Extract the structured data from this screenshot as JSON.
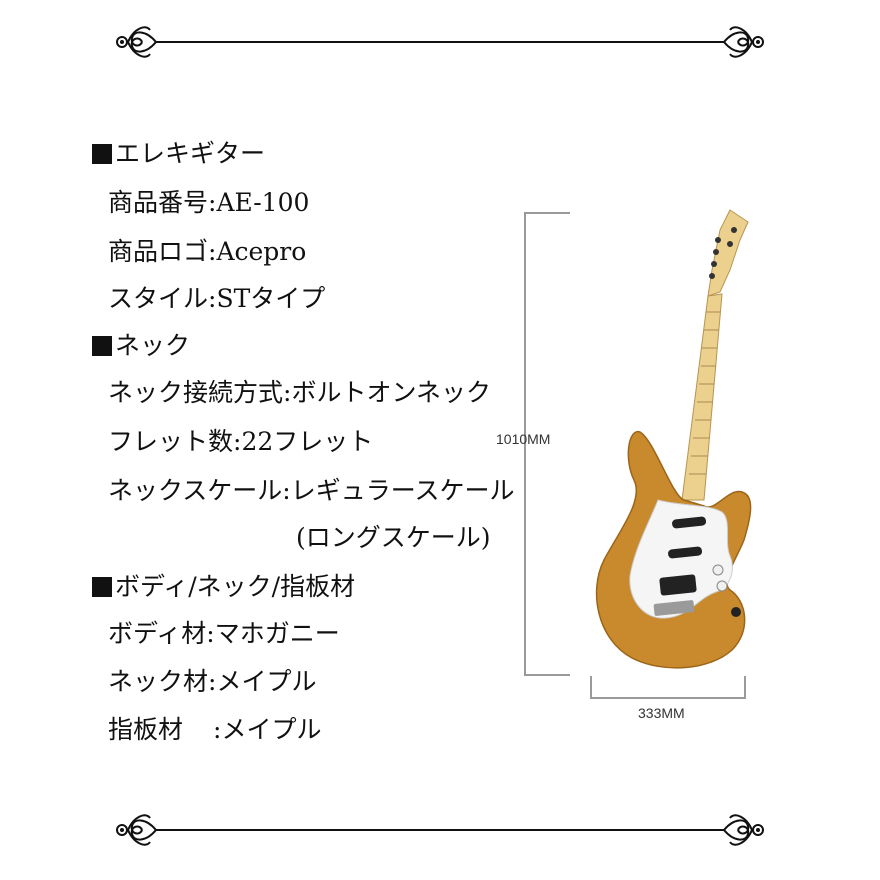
{
  "sections": [
    {
      "heading": "エレキギター",
      "items": [
        {
          "label": "商品番号",
          "sep": ":",
          "value": "AE-100"
        },
        {
          "label": "商品ロゴ",
          "sep": ":",
          "value": "Acepro"
        },
        {
          "label": "スタイル",
          "sep": ":",
          "value": "STタイプ"
        }
      ]
    },
    {
      "heading": "ネック",
      "items": [
        {
          "label": "ネック接続方式",
          "sep": ":",
          "value": "ボルトオンネック"
        },
        {
          "label": "フレット数",
          "sep": ":",
          "value": "22フレット"
        },
        {
          "label": "ネックスケール",
          "sep": ":",
          "value": "レギュラースケール",
          "continuation": "(ロングスケール)"
        }
      ]
    },
    {
      "heading": "ボディ/ネック/指板材",
      "items": [
        {
          "label": "ボディ材",
          "sep": ":",
          "value": "マホガニー"
        },
        {
          "label": "ネック材",
          "sep": ":",
          "value": "メイプル"
        },
        {
          "label": "指板材",
          "sep": ":",
          "value": "メイプル"
        }
      ]
    }
  ],
  "dimensions": {
    "length": "1010MM",
    "width": "333MM"
  },
  "colors": {
    "text": "#111111",
    "body_finish": "#c98a2e",
    "neck": "#ecd08e",
    "pickguard": "#f5f5f5",
    "dimension_line": "#9a9a9a"
  },
  "icons": [
    "ornament-flourish-left",
    "ornament-flourish-right"
  ]
}
